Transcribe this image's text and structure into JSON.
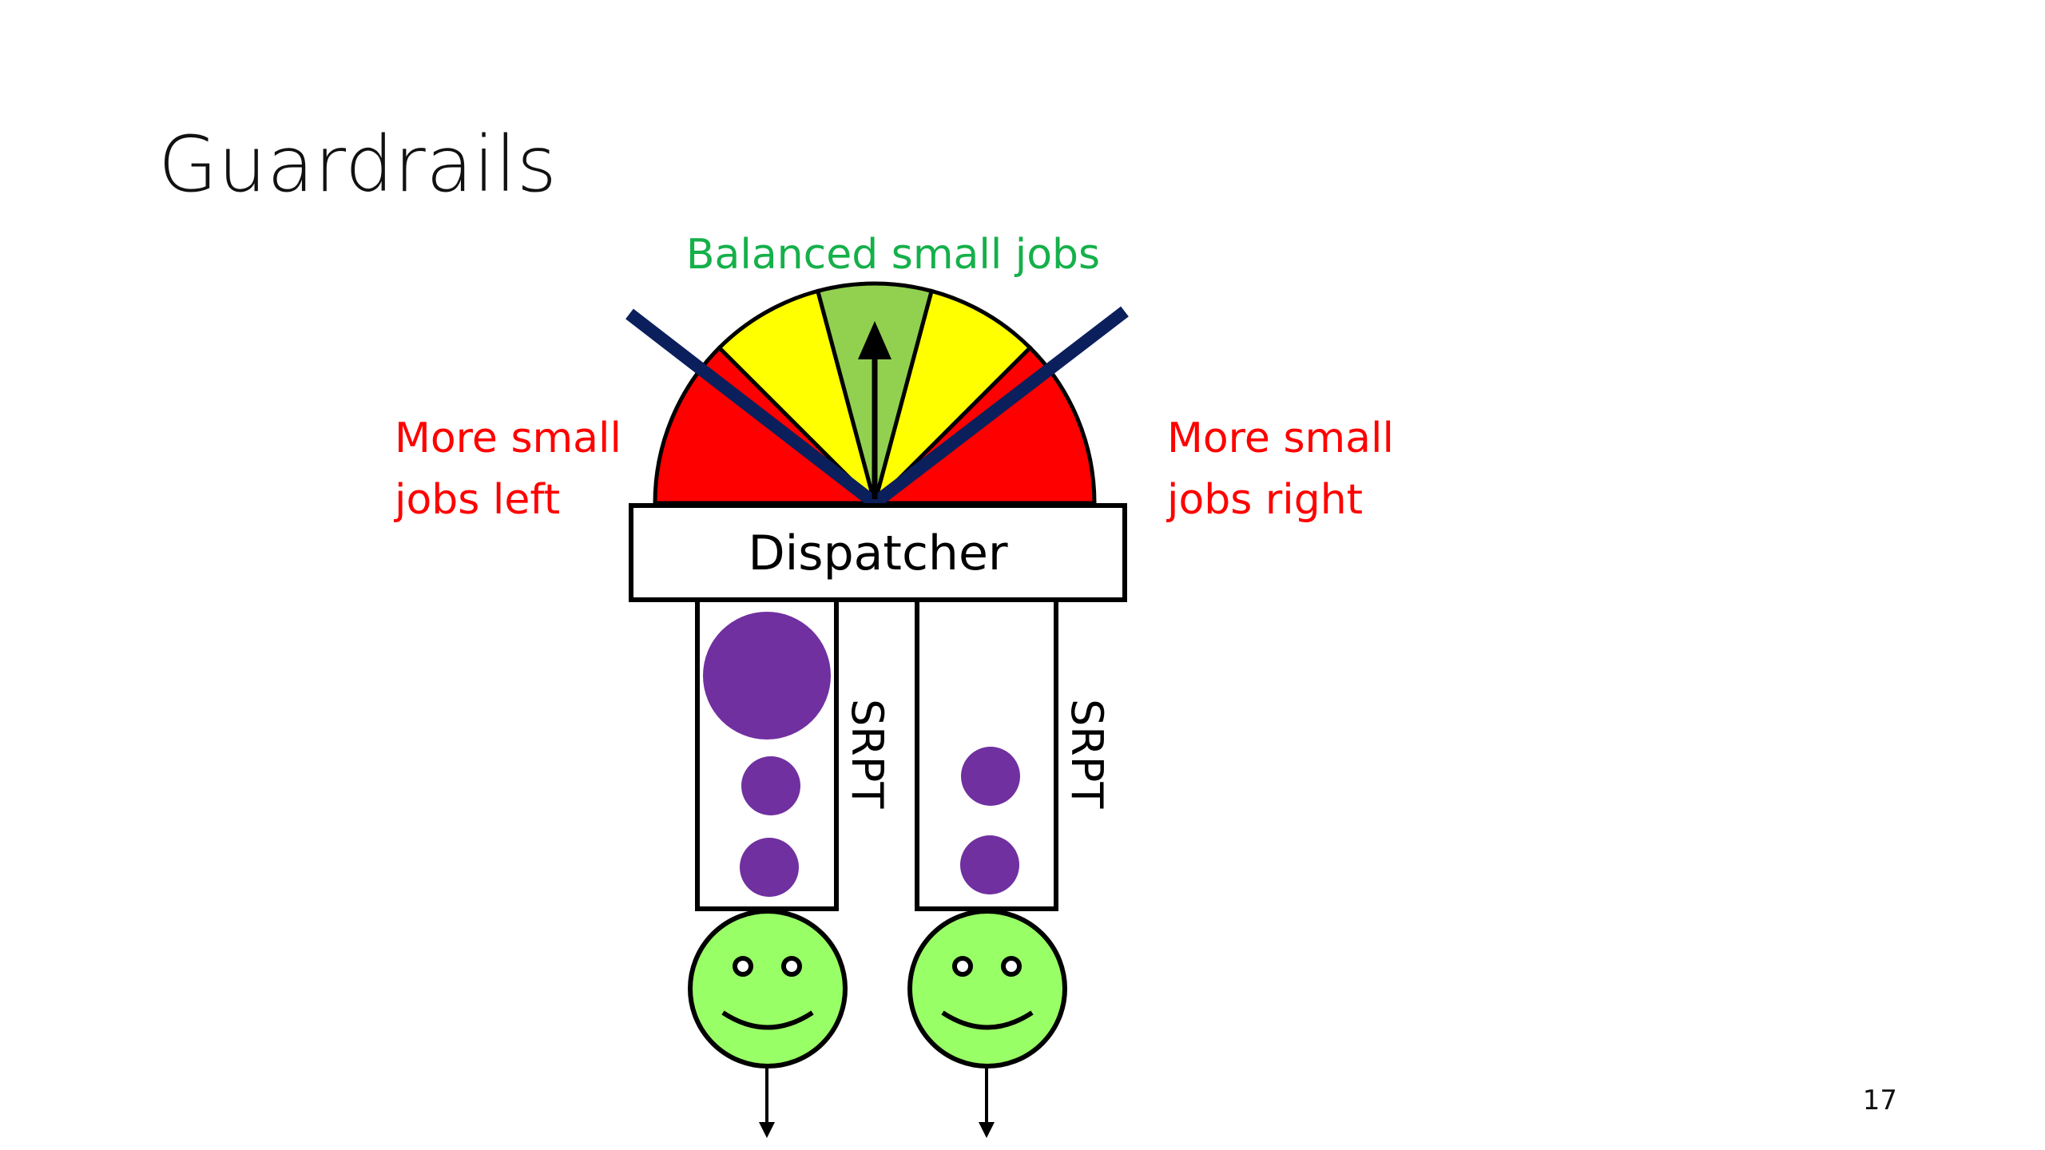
{
  "slide": {
    "title": "Guardrails",
    "page_number": "17"
  },
  "gauge": {
    "center_label": "Balanced small jobs",
    "left_label_line1": "More small",
    "left_label_line2": "jobs left",
    "right_label_line1": "More small",
    "right_label_line2": "jobs right",
    "colors": {
      "danger": "#ff0000",
      "warning": "#ffff00",
      "ok": "#92d050",
      "guardrail": "#0b1f5c"
    }
  },
  "dispatcher": {
    "label": "Dispatcher"
  },
  "queues": [
    {
      "policy_label": "SRPT",
      "jobs": [
        "large",
        "small",
        "small"
      ]
    },
    {
      "policy_label": "SRPT",
      "jobs": [
        "small",
        "small"
      ]
    }
  ],
  "servers": [
    {
      "icon": "smiley-face-icon",
      "color": "#99ff66"
    },
    {
      "icon": "smiley-face-icon",
      "color": "#99ff66"
    }
  ],
  "job_color": "#7030a0"
}
